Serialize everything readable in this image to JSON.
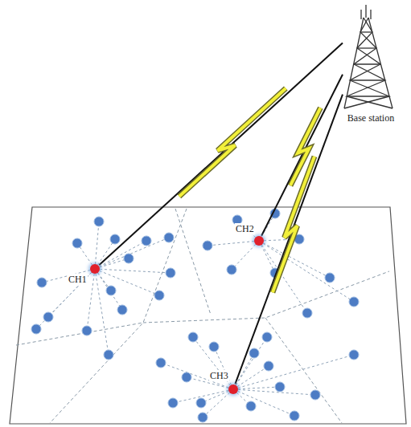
{
  "diagram": {
    "nodes": [
      {
        "text": [
          "Base station"
        ]
      },
      {
        "text": [
          "CH1"
        ]
      },
      {
        "text": [
          "CH2"
        ]
      },
      {
        "text": [
          "CH3"
        ]
      }
    ],
    "edges": [
      {
        "from": 1,
        "to": 0,
        "arrow": "none"
      },
      {
        "from": 2,
        "to": 0,
        "arrow": "none"
      },
      {
        "from": 3,
        "to": 0,
        "arrow": "none"
      }
    ]
  }
}
